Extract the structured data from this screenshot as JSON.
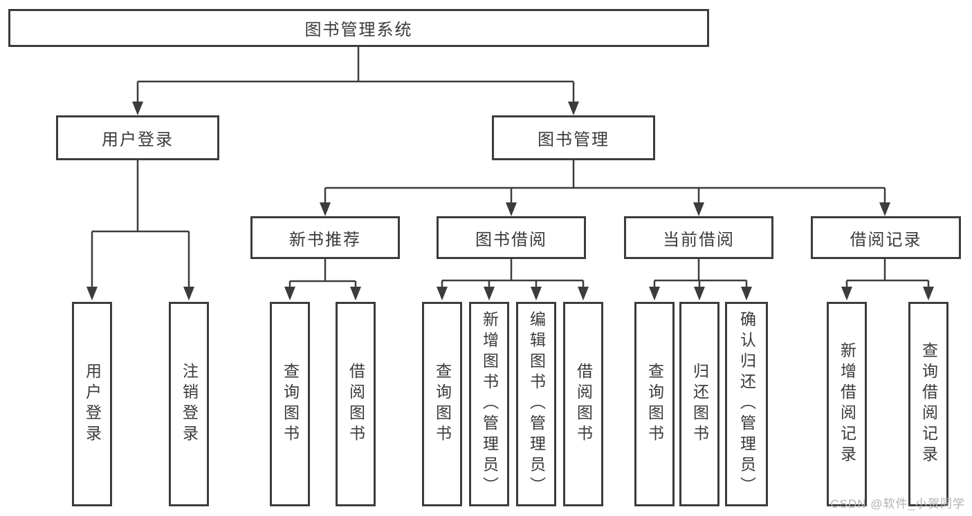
{
  "nodes": {
    "root": "图书管理系统",
    "l2": {
      "login": "用户登录",
      "mgmt": "图书管理"
    },
    "l3": {
      "recommend": "新书推荐",
      "borrow": "图书借阅",
      "current": "当前借阅",
      "records": "借阅记录"
    },
    "leaves": {
      "login": [
        "用户登录",
        "注销登录"
      ],
      "recommend": [
        "查询图书",
        "借阅图书"
      ],
      "borrow": [
        "查询图书",
        "新增图书（管理员）",
        "编辑图书（管理员）",
        "借阅图书"
      ],
      "current": [
        "查询图书",
        "归还图书",
        "确认归还（管理员）"
      ],
      "records": [
        "新增借阅记录",
        "查询借阅记录"
      ]
    }
  },
  "watermark": "CSDN @软件_小贺同学",
  "colors": {
    "line": "#3c3c3c",
    "text": "#3a3a3a",
    "box_fill": "#ffffff",
    "background": "#ffffff",
    "watermark": "#b2b2b2"
  }
}
